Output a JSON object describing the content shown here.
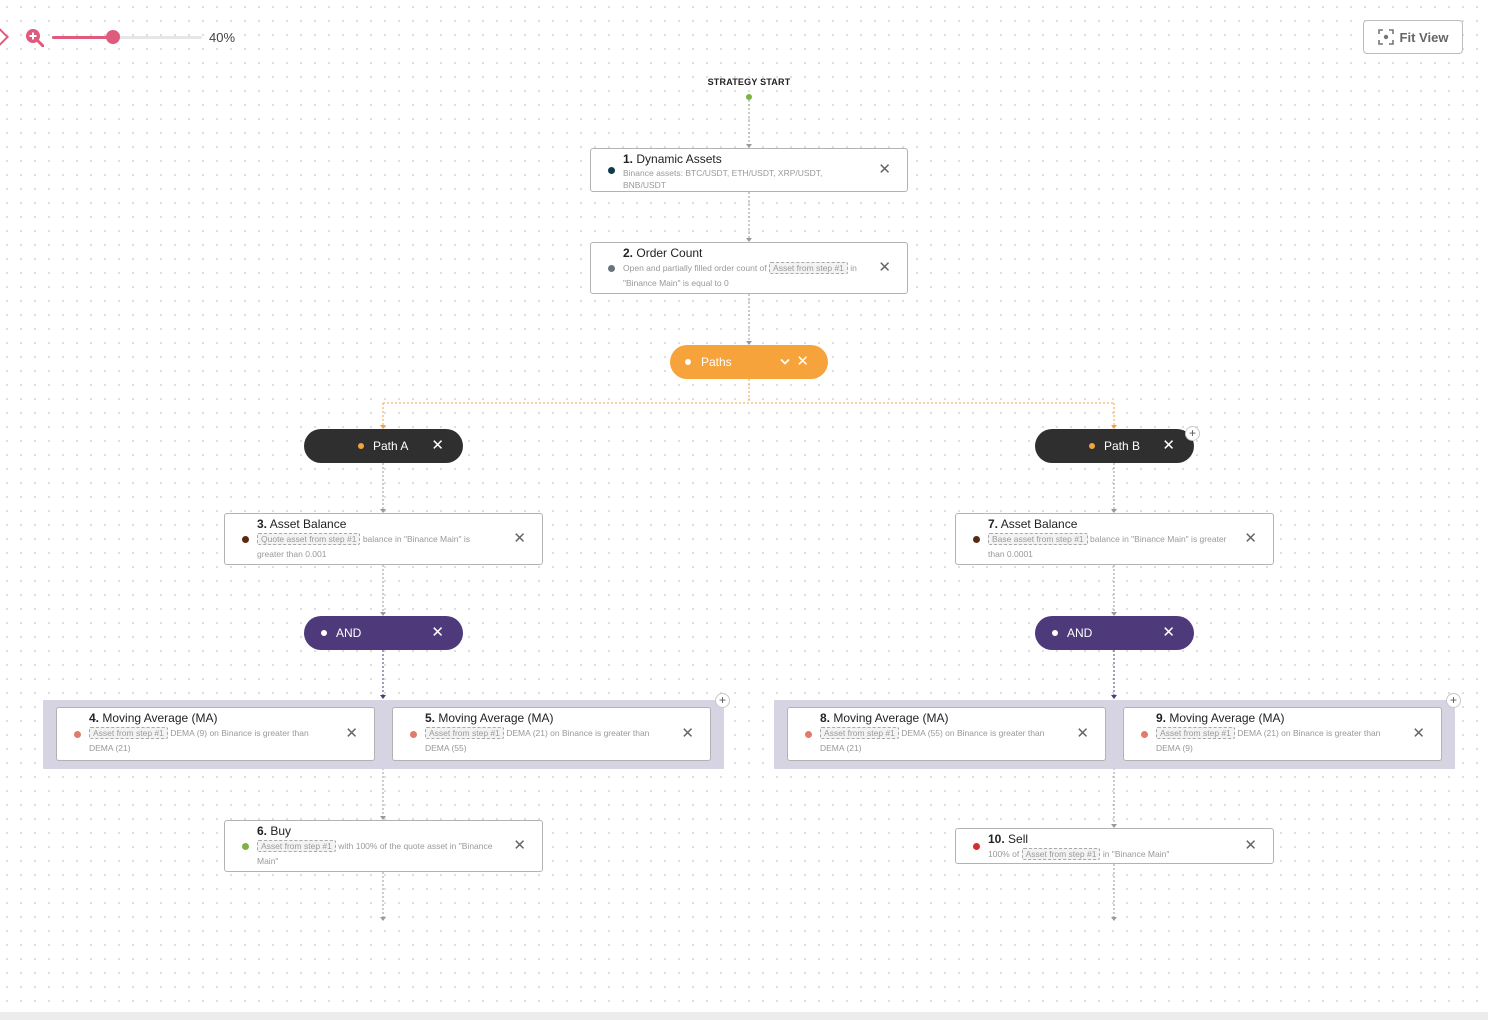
{
  "toolbar": {
    "zoom_percent": "40%",
    "zoom_level": 0.4,
    "fit_view_label": "Fit View",
    "accent_color": "#e05a7d"
  },
  "flow": {
    "start_label": "STRATEGY START",
    "steps": {
      "s1": {
        "num": "1.",
        "title": "Dynamic Assets",
        "desc": "Binance assets: BTC/USDT, ETH/USDT, XRP/USDT, BNB/USDT"
      },
      "s2": {
        "num": "2.",
        "title": "Order Count",
        "pre": "Open and partially filled order count of",
        "chip": "Asset from step #1",
        "post": "in \"Binance Main\" is equal to 0"
      },
      "s3": {
        "num": "3.",
        "title": "Asset Balance",
        "chip": "Quote asset from step #1",
        "post": "balance in \"Binance Main\" is greater than 0.001"
      },
      "s4": {
        "num": "4.",
        "title": "Moving Average (MA)",
        "chip": "Asset from step #1",
        "post": "DEMA (9) on Binance is greater than DEMA (21)"
      },
      "s5": {
        "num": "5.",
        "title": "Moving Average (MA)",
        "chip": "Asset from step #1",
        "post": "DEMA (21) on Binance is greater than DEMA (55)"
      },
      "s6": {
        "num": "6.",
        "title": "Buy",
        "chip": "Asset from step #1",
        "post": "with 100% of the quote asset in \"Binance Main\""
      },
      "s7": {
        "num": "7.",
        "title": "Asset Balance",
        "chip": "Base asset from step #1",
        "post": "balance in \"Binance Main\" is greater than 0.0001"
      },
      "s8": {
        "num": "8.",
        "title": "Moving Average (MA)",
        "chip": "Asset from step #1",
        "post": "DEMA (55) on Binance is greater than DEMA (21)"
      },
      "s9": {
        "num": "9.",
        "title": "Moving Average (MA)",
        "chip": "Asset from step #1",
        "post": "DEMA (21) on Binance is greater than DEMA (9)"
      },
      "s10": {
        "num": "10.",
        "title": "Sell",
        "pre": "100% of",
        "chip": "Asset from step #1",
        "post": "in \"Binance Main\""
      }
    },
    "paths_label": "Paths",
    "path_a_label": "Path A",
    "path_b_label": "Path B",
    "and_label": "AND",
    "close_glyph": "✕",
    "colors": {
      "paths": "#f6a33b",
      "path_node": "#2f2f2f",
      "and": "#4e3a7a",
      "group_bg": "#d6d3e2",
      "dot_assets": "#0f3b4a",
      "dot_order": "#6b7280",
      "dot_balance": "#5a2a10",
      "dot_ma": "#e07a6a",
      "dot_buy": "#7cb342",
      "dot_sell": "#d32f2f"
    }
  }
}
